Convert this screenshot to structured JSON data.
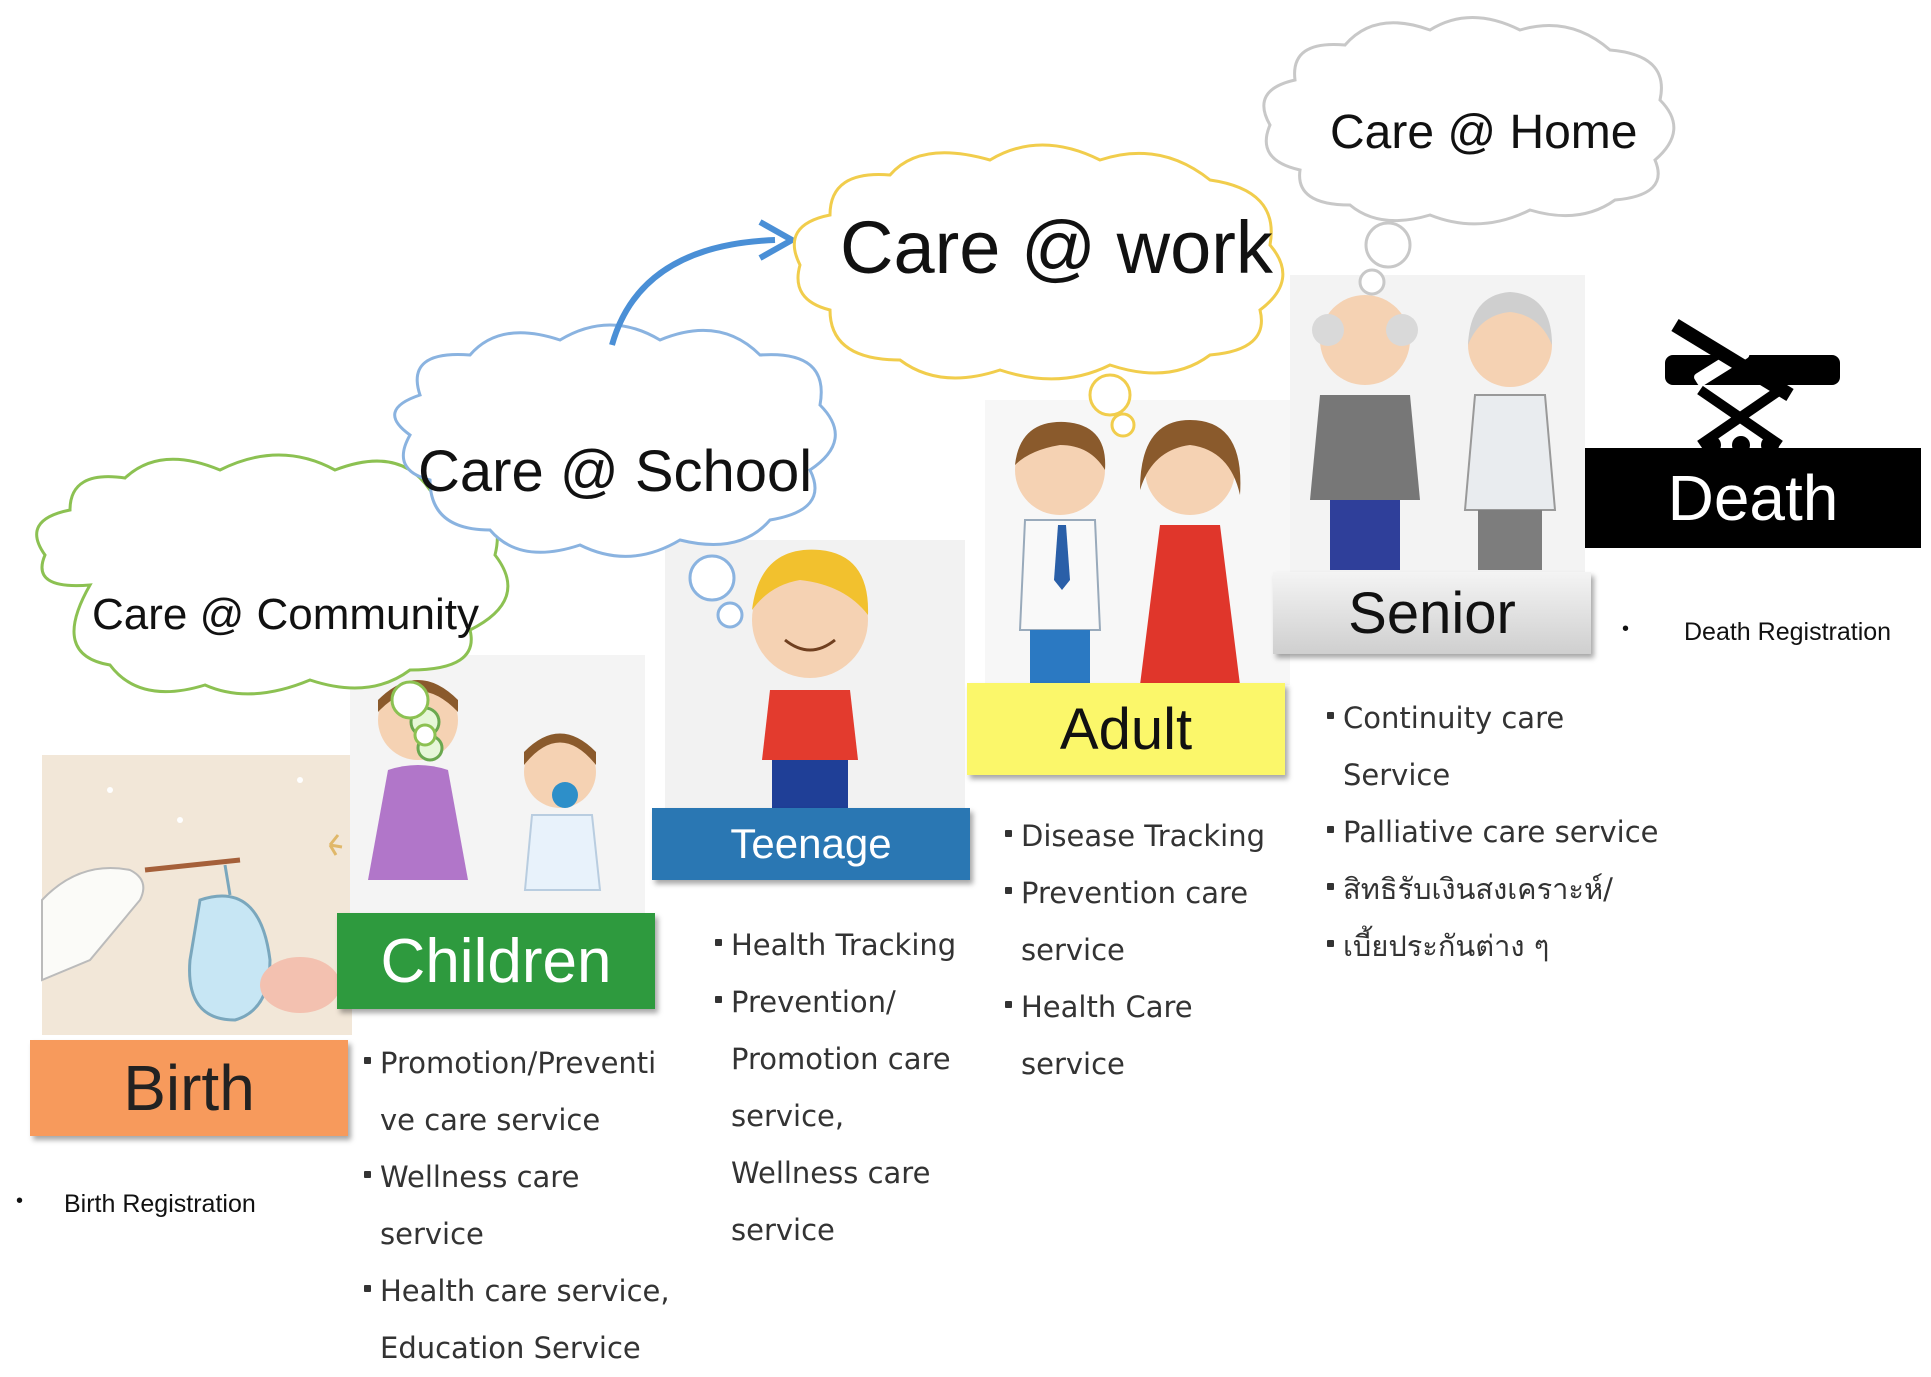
{
  "clouds": {
    "community": "Care @ Community",
    "school": "Care @ School",
    "work": "Care @ work",
    "home": "Care @ Home"
  },
  "stages": {
    "birth": {
      "label": "Birth",
      "color": "#f79a5c"
    },
    "children": {
      "label": "Children",
      "color": "#2e9a3e"
    },
    "teenage": {
      "label": "Teenage",
      "color": "#2a77b3"
    },
    "adult": {
      "label": "Adult",
      "color": "#fbf76a"
    },
    "senior": {
      "label": "Senior",
      "color": "#e2e2e2"
    },
    "death": {
      "label": "Death",
      "color": "#000000"
    }
  },
  "registrations": {
    "birth": "Birth Registration",
    "death": "Death Registration"
  },
  "services": {
    "children": [
      [
        "Promotion/Preventi",
        "ve care service"
      ],
      [
        "Wellness care",
        "service"
      ],
      [
        "Health care service,",
        "Education Service"
      ]
    ],
    "teenage": [
      [
        "Health Tracking"
      ],
      [
        "Prevention/",
        "Promotion care",
        "service,",
        "Wellness care",
        "service"
      ]
    ],
    "adult": [
      [
        "Disease Tracking"
      ],
      [
        "Prevention care",
        "service"
      ],
      [
        "Health Care",
        "service"
      ]
    ],
    "senior": [
      [
        "Continuity care",
        "Service"
      ],
      [
        "Palliative care service"
      ],
      [
        "สิทธิรับเงินสงเคราะห์/"
      ],
      [
        "เบี้ยประกันต่าง ๆ"
      ]
    ]
  }
}
